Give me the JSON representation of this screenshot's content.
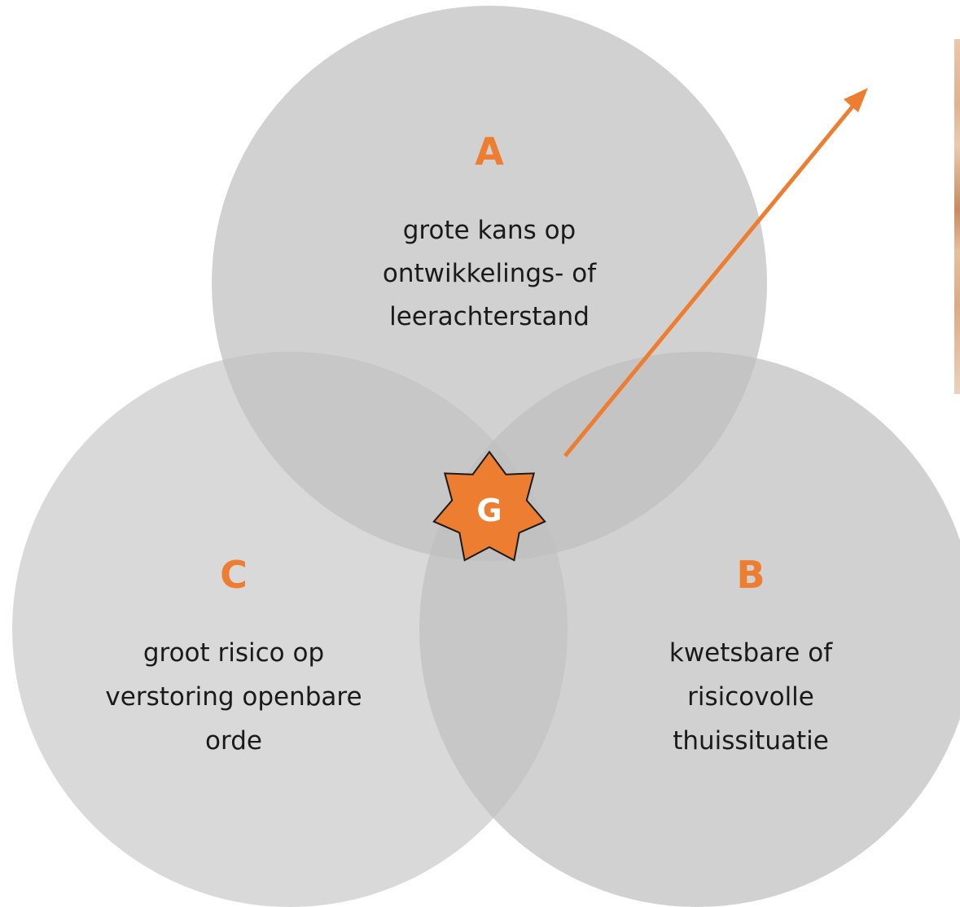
{
  "diagram": {
    "sets": [
      {
        "id": "A",
        "letter": "A",
        "lines": [
          "grote kans op",
          "ontwikkelings- of",
          "leerachterstand"
        ]
      },
      {
        "id": "B",
        "letter": "B",
        "lines": [
          "kwetsbare of",
          "risicovolle",
          "thuissituatie"
        ]
      },
      {
        "id": "C",
        "letter": "C",
        "lines": [
          "groot risico op",
          "verstoring openbare",
          "orde"
        ]
      }
    ],
    "center": {
      "letter": "G",
      "shape": "seven-point-star"
    },
    "arrow": {
      "direction": "up-right"
    },
    "colors": {
      "accent": "#ED7D31",
      "circle_fill": "#BFBFBF",
      "text": "#1A1A1A",
      "center_text": "#FFFFFF"
    }
  }
}
